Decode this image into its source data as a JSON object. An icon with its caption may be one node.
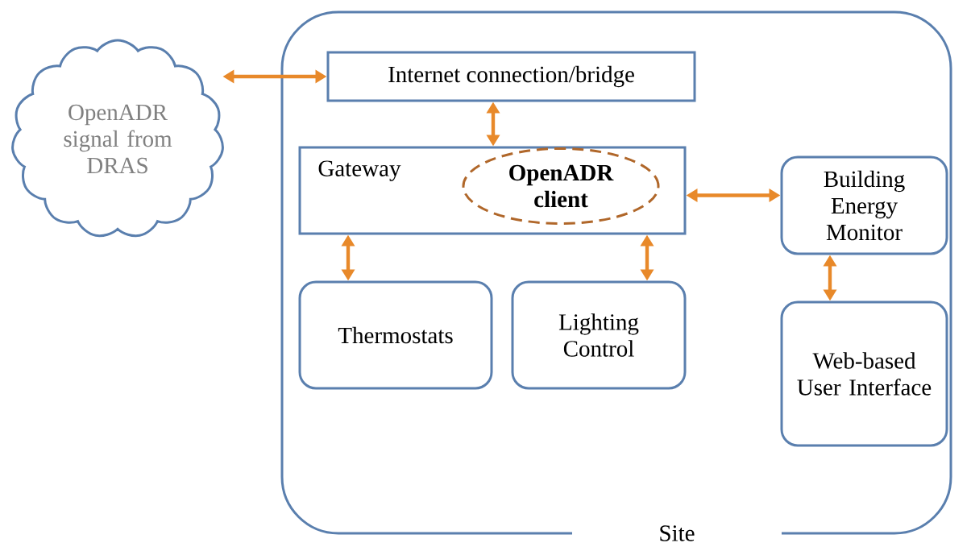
{
  "diagram": {
    "nodes": [
      {
        "text": [
          "OpenADR signal from DRAS"
        ]
      },
      {
        "text": [
          "Site"
        ]
      },
      {
        "text": [
          "Internet connection/bridge"
        ],
        "in": 1
      },
      {
        "text": [
          "Gateway"
        ],
        "in": 1
      },
      {
        "text": [
          "OpenADR client"
        ],
        "in": 3
      },
      {
        "text": [
          "Building Energy Monitor"
        ],
        "in": 1
      },
      {
        "text": [
          "Thermostats"
        ],
        "in": 1
      },
      {
        "text": [
          "Lighting Control"
        ],
        "in": 1
      },
      {
        "text": [
          "Web-based User Interface"
        ],
        "in": 1
      }
    ],
    "edges": [
      {
        "from": 0,
        "to": 2,
        "arrow": "both"
      },
      {
        "from": 2,
        "to": 3,
        "arrow": "both"
      },
      {
        "from": 3,
        "to": 5,
        "arrow": "both"
      },
      {
        "from": 3,
        "to": 6,
        "arrow": "both"
      },
      {
        "from": 3,
        "to": 7,
        "arrow": "both"
      },
      {
        "from": 5,
        "to": 8,
        "arrow": "both"
      }
    ]
  }
}
